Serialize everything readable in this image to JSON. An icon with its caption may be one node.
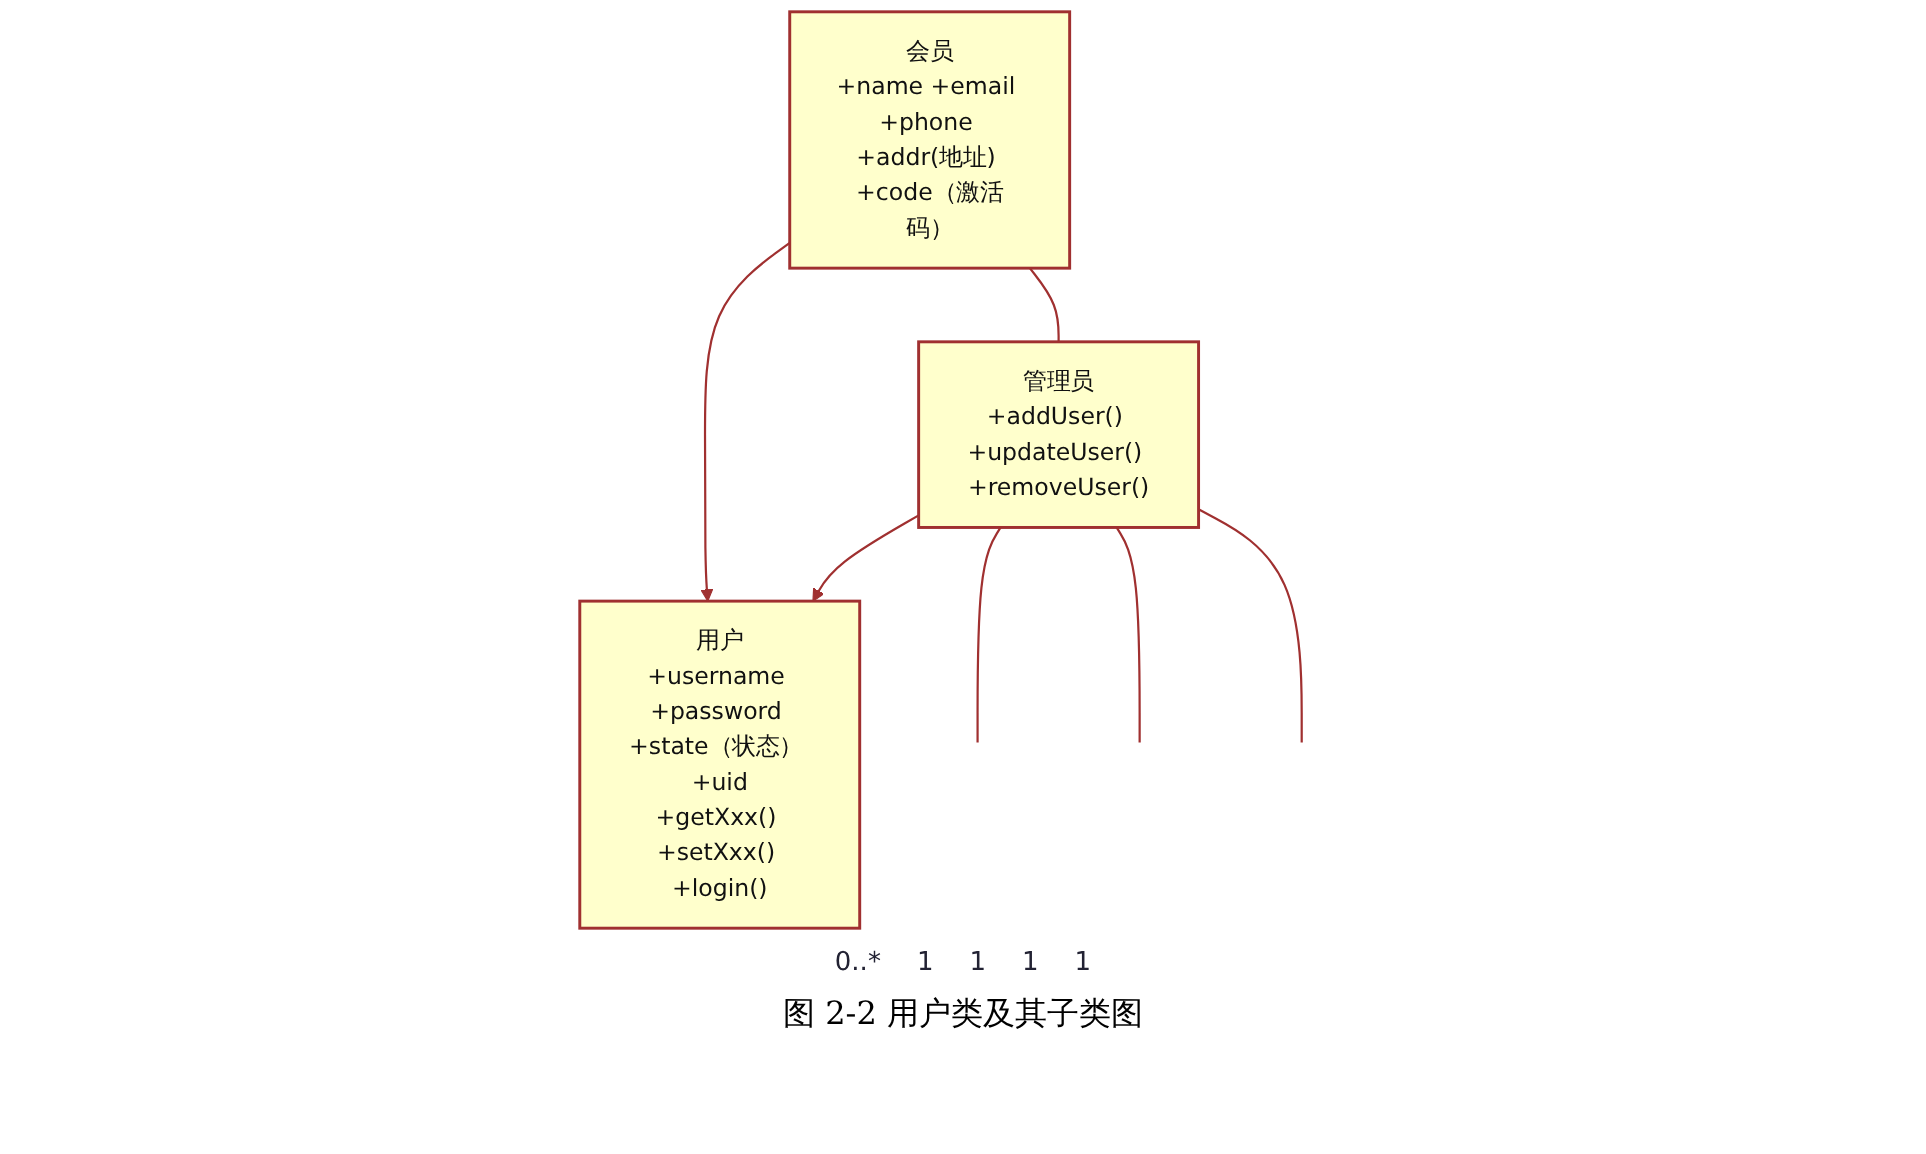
{
  "diagram": {
    "caption": "图 2-2 用户类及其子类图",
    "nodes": [
      {
        "text": [
          "用户",
          "+username +password +state（状态） +uid",
          "+getXxx() +setXxx() +login()"
        ]
      },
      {
        "text": [
          "会员",
          "+name +email +phone +addr(地址) +code（激活码）"
        ]
      },
      {
        "text": [
          "管理员",
          "+addUser() +updateUser() +removeUser()"
        ]
      }
    ],
    "edges": [
      {
        "from": 1,
        "to": 0,
        "arrow": "to"
      },
      {
        "from": 2,
        "to": 0,
        "arrow": "to"
      },
      {
        "from": 1,
        "to": 2,
        "arrow": "none"
      },
      {
        "from": 2,
        "to": null,
        "arrow": "none"
      },
      {
        "from": 2,
        "to": null,
        "arrow": "none"
      },
      {
        "from": 2,
        "to": null,
        "arrow": "none"
      }
    ],
    "labels": [
      "0..*",
      "1",
      "1",
      "1",
      "1"
    ]
  }
}
